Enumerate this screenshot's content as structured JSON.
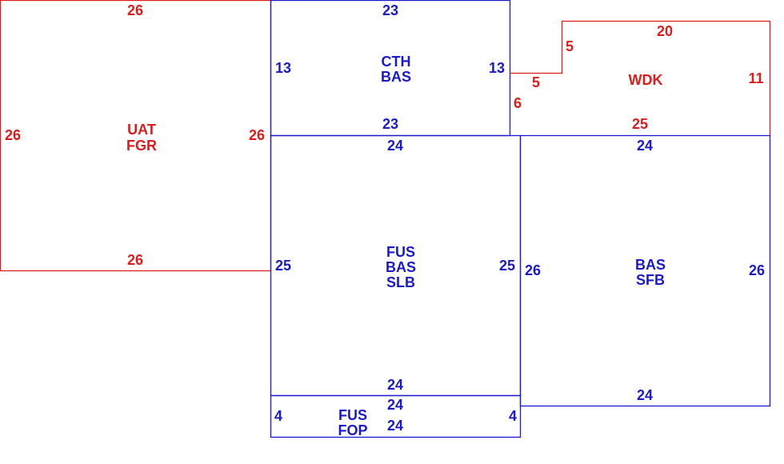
{
  "colors": {
    "red": "#dd1c1c",
    "blue": "#1a1acc",
    "background": "#ffffff"
  },
  "areas": {
    "uat_fgr": {
      "label_line1": "UAT",
      "label_line2": "FGR",
      "dims": {
        "top": "26",
        "bottom": "26",
        "left": "26",
        "right": "26"
      }
    },
    "cth_bas": {
      "label_line1": "CTH",
      "label_line2": "BAS",
      "dims": {
        "top": "23",
        "bottom": "23",
        "left": "13",
        "right": "13"
      }
    },
    "wdk": {
      "label_line1": "WDK",
      "dims": {
        "top": "20",
        "right": "11",
        "bottom": "25",
        "left": "6",
        "notch_horizontal": "5",
        "notch_vertical": "5"
      }
    },
    "fus_bas_slb": {
      "label_line1": "FUS",
      "label_line2": "BAS",
      "label_line3": "SLB",
      "dims": {
        "top": "24",
        "bottom": "24",
        "left": "25",
        "right": "25"
      }
    },
    "bas_sfb": {
      "label_line1": "BAS",
      "label_line2": "SFB",
      "dims": {
        "top": "24",
        "bottom": "24",
        "left": "26",
        "right": "26"
      }
    },
    "fus_fop": {
      "label_line1": "FUS",
      "label_line2": "FOP",
      "dims": {
        "top": "24",
        "bottom": "24",
        "left": "4",
        "right": "4"
      }
    }
  }
}
